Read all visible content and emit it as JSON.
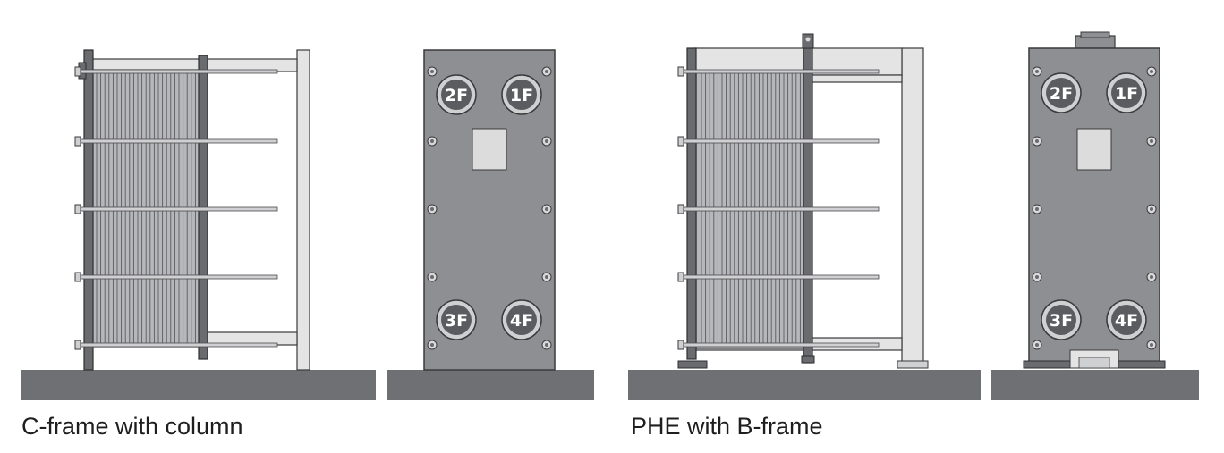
{
  "figure": {
    "captions": {
      "left": "C-frame with column",
      "right": "PHE with B-frame"
    },
    "views": [
      {
        "id": "c-frame-side",
        "type": "side-view"
      },
      {
        "id": "c-frame-front",
        "type": "front-view",
        "ports": [
          "2F",
          "1F",
          "3F",
          "4F"
        ]
      },
      {
        "id": "b-frame-side",
        "type": "side-view"
      },
      {
        "id": "b-frame-front",
        "type": "front-view",
        "ports": [
          "2F",
          "1F",
          "3F",
          "4F"
        ]
      }
    ],
    "colors": {
      "ground": "#6f7073",
      "frame_plate": "#8e8f92",
      "dark_metal": "#55565a",
      "light_metal": "#dcdcdd",
      "port_fill": "#5b5c60",
      "outline": "#3a3a3c"
    }
  }
}
